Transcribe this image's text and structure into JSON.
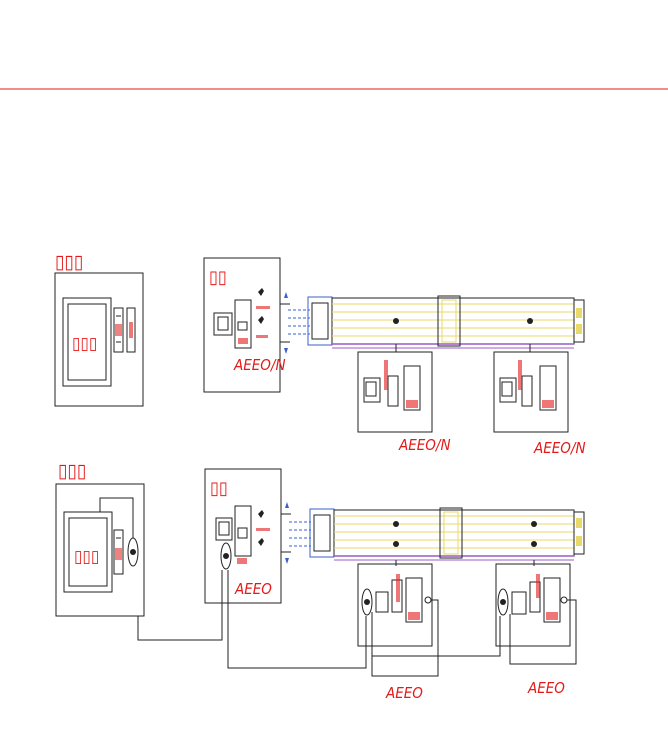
{
  "colors": {
    "accent": "#e41a1a",
    "line": "#222222",
    "rail_yellow": "#e8d96a",
    "rail_purple": "#9a5cc6",
    "dashed": "#3a5fcd"
  },
  "rows": [
    {
      "cabinet_label": "▯▯▯",
      "cabinet_inner_label": "▯▯▯",
      "box_label": "▯▯",
      "box_caption": "AEEO/N",
      "unit_captions": [
        "AEEO/N",
        "AEEO/N"
      ]
    },
    {
      "cabinet_label": "▯▯▯",
      "cabinet_inner_label": "▯▯▯",
      "box_label": "▯▯",
      "box_caption": "AEEO",
      "unit_captions": [
        "AEEO",
        "AEEO"
      ]
    }
  ]
}
